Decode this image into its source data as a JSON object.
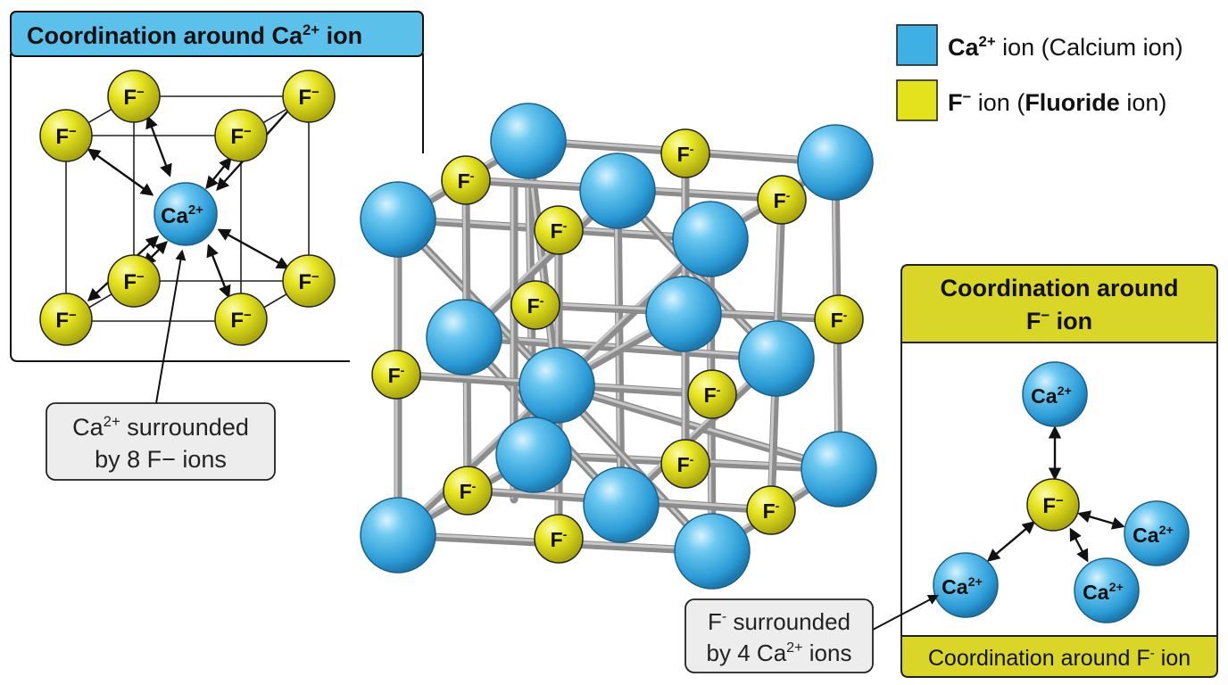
{
  "legend": {
    "ca": {
      "symbol": "Ca",
      "charge": "2+",
      "text": " ion (Calcium ion)",
      "color": "#3fb0e3"
    },
    "f": {
      "symbol": "F",
      "charge": "−",
      "text_pre": " ion (",
      "text_bold": "Fluoride",
      "text_post": " ion)",
      "color": "#e3e21c"
    }
  },
  "panel_ca": {
    "title_main": "Coordination around Ca",
    "title_sup": "2+",
    "title_tail": " ion",
    "header_color": "#5bc0ea",
    "center_label": "Ca",
    "center_sup": "2+",
    "f_label": "F",
    "f_sup": "−"
  },
  "panel_f": {
    "title_line1": "Coordination around",
    "title_line2_main": "F",
    "title_line2_sup": "−",
    "title_line2_tail": " ion",
    "footer_main": "Coordination around F",
    "footer_sup": "-",
    "footer_tail": " ion",
    "header_color": "#d9d627",
    "center_label": "F",
    "center_sup": "−",
    "ca_label": "Ca",
    "ca_sup": "2+"
  },
  "callout_ca": {
    "line1_main": "Ca",
    "line1_sup": "2+",
    "line1_tail": " surrounded",
    "line2": "by 8 F− ions"
  },
  "callout_f": {
    "line1_main": "F",
    "line1_sup": "-",
    "line1_tail": " surrounded",
    "line2_main": "by 4 Ca",
    "line2_sup": "2+",
    "line2_tail": " ions"
  },
  "lattice": {
    "f_label": "F",
    "f_sup": "-"
  }
}
